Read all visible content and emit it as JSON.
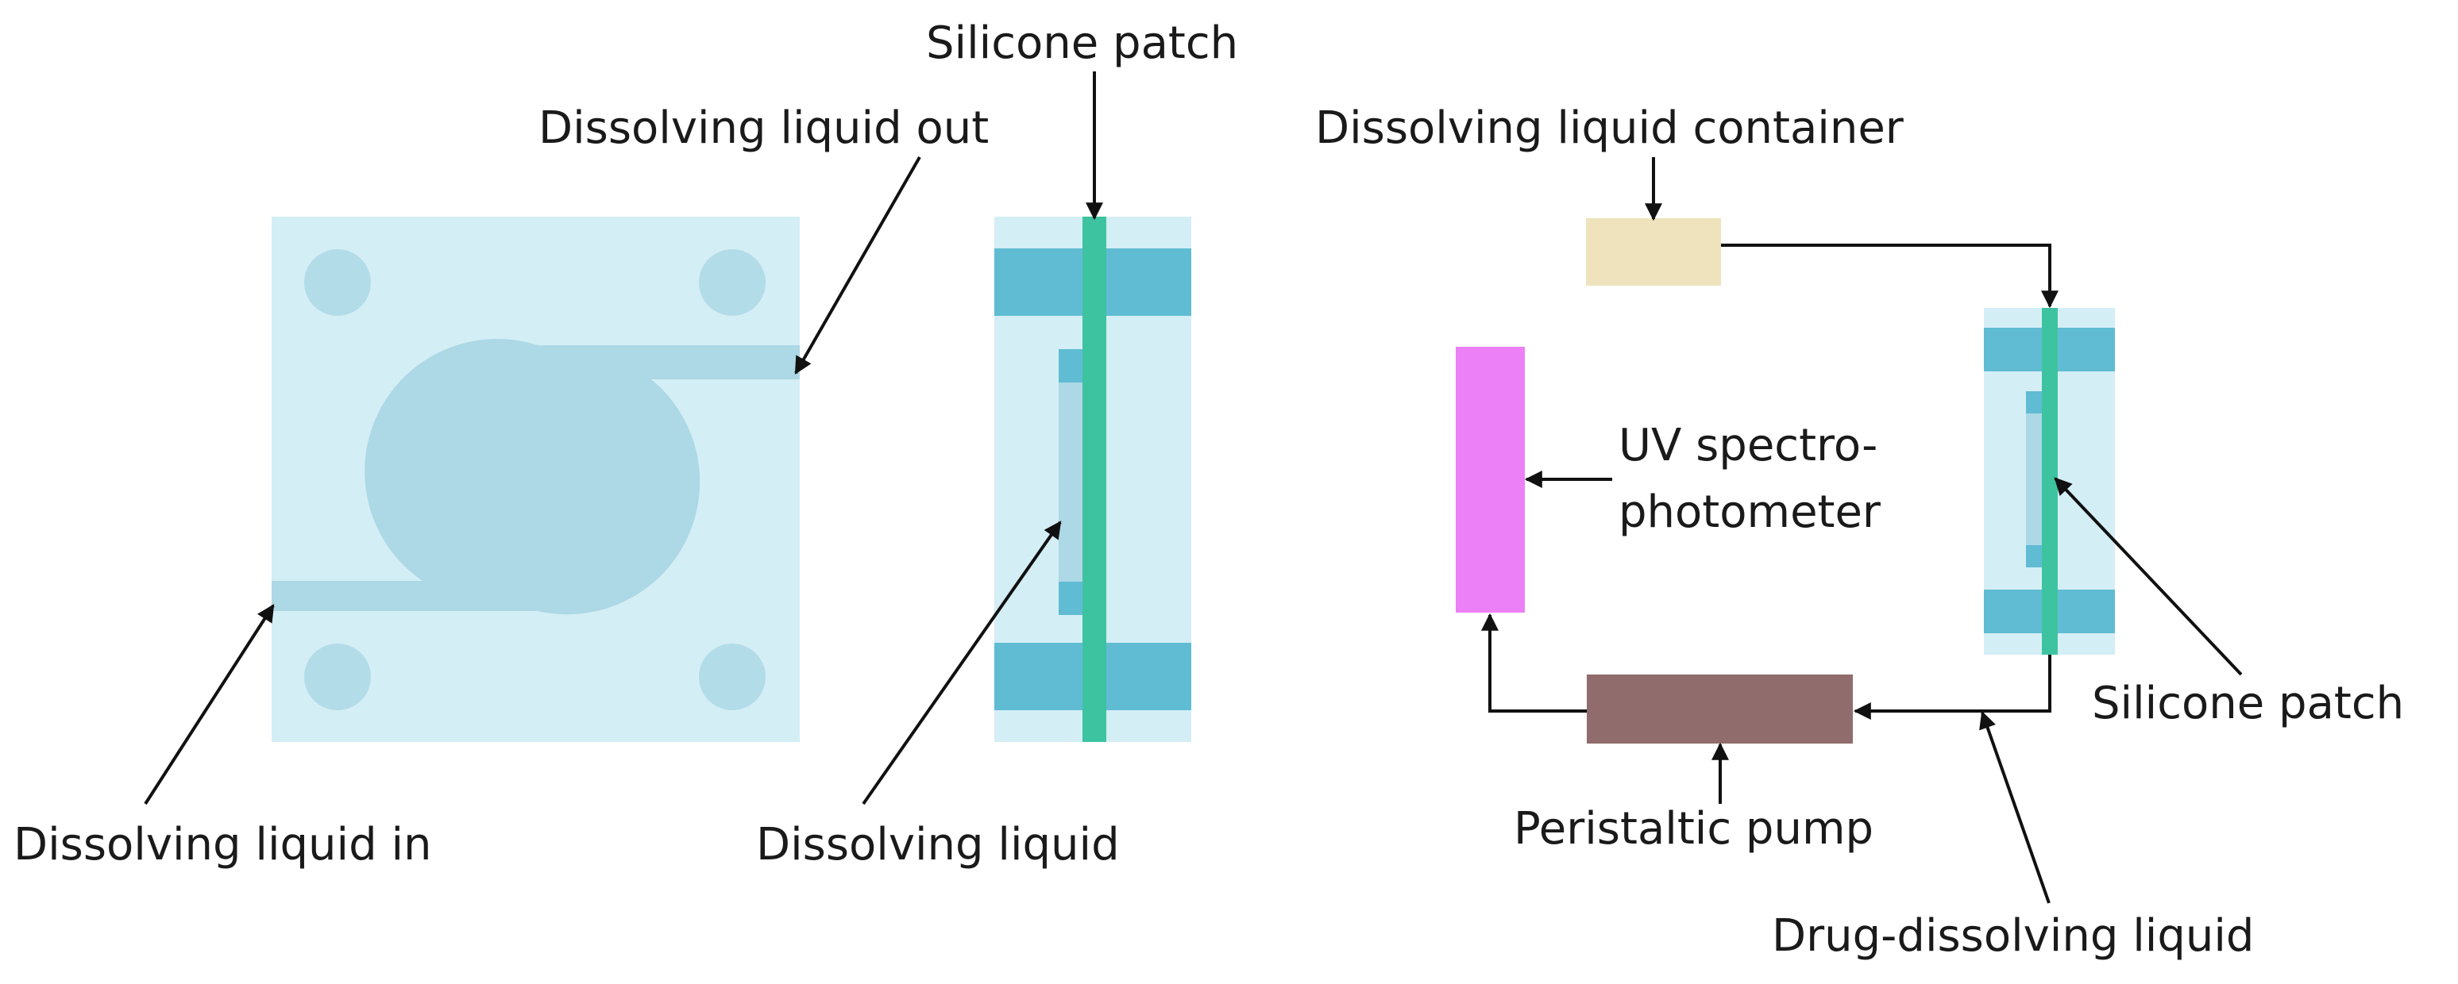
{
  "labels": {
    "top_patch": "Silicone patch",
    "liquid_out": "Dissolving liquid out",
    "liquid_in": "Dissolving liquid in",
    "dissolving_liquid": "Dissolving liquid",
    "container": "Dissolving liquid container",
    "uv_line1": "UV spectro-",
    "uv_line2": "photometer",
    "right_patch": "Silicone patch",
    "pump": "Peristaltic pump",
    "drug_liquid": "Drug-dissolving liquid"
  },
  "colors": {
    "cell_body": "#d4eef5",
    "chamber": "#add8e6",
    "clamp": "#5fbcd3",
    "patch": "#3dc3a0",
    "container": "#efe3bd",
    "uv": "#ec80f7",
    "pump": "#916c6c",
    "arrow": "#111111"
  }
}
